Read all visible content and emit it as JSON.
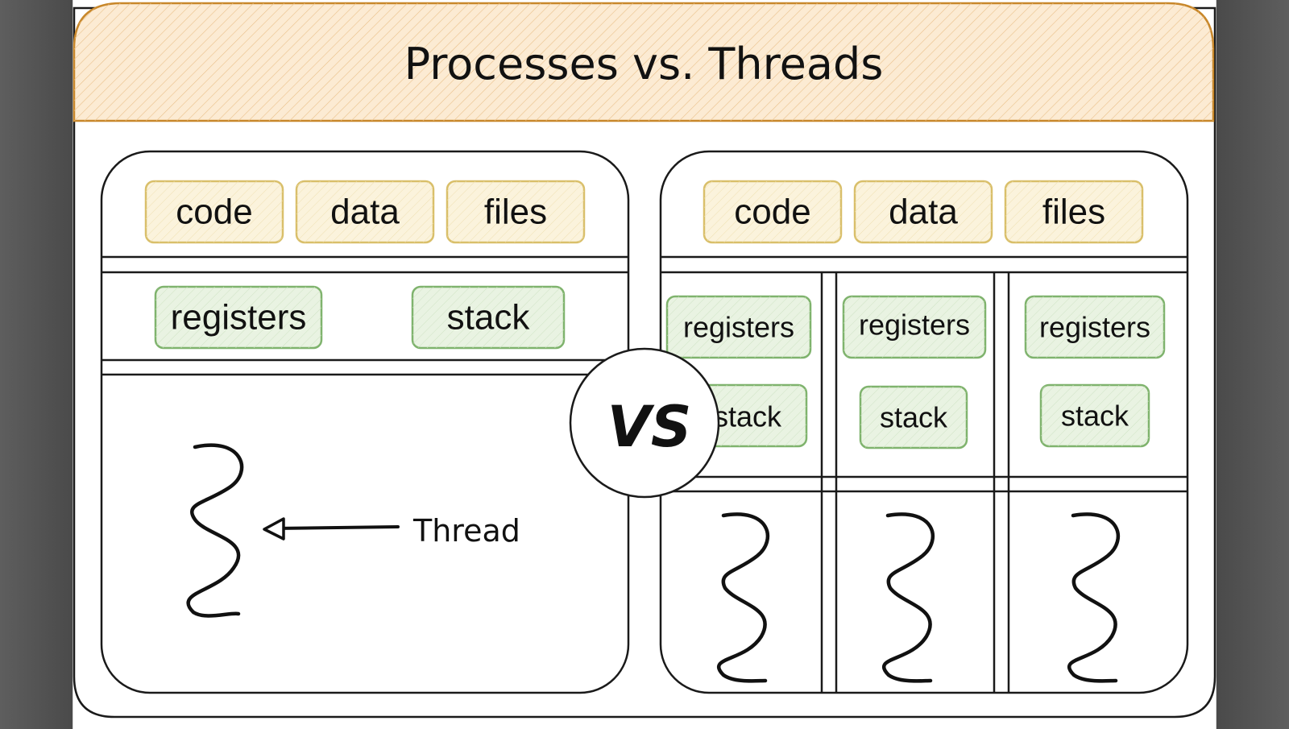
{
  "title": "Processes vs. Threads",
  "vs_label": "VS",
  "colors": {
    "title_fill": "#fcebd3",
    "title_stroke": "#c8872a",
    "resource_fill": "#fbf3dc",
    "resource_stroke": "#d9bf6a",
    "thread_fill": "#e9f3e2",
    "thread_stroke": "#7fb36d",
    "ink": "#111111"
  },
  "single_threaded": {
    "shared": [
      "code",
      "data",
      "files"
    ],
    "thread_state": [
      "registers",
      "stack"
    ],
    "thread_label": "Thread"
  },
  "multi_threaded": {
    "shared": [
      "code",
      "data",
      "files"
    ],
    "threads": [
      {
        "registers": "registers",
        "stack": "stack"
      },
      {
        "registers": "registers",
        "stack": "stack"
      },
      {
        "registers": "registers",
        "stack": "stack"
      }
    ]
  }
}
